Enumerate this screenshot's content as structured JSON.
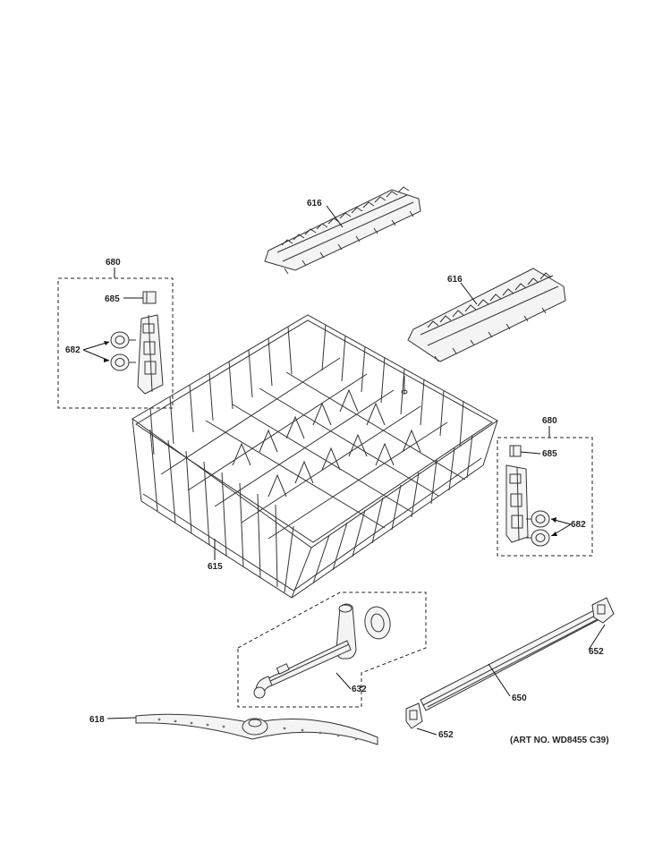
{
  "labels": {
    "rack_clip_top": "616",
    "rack_clip_right": "616",
    "roller_kit_left": "680",
    "clip_left": "685",
    "wheel_left": "682",
    "upper_rack": "615",
    "roller_kit_right": "680",
    "clip_right": "685",
    "wheel_right": "682",
    "spray_arm_manifold": "632",
    "end_cap_top": "652",
    "rack_rail": "650",
    "end_cap_bottom": "652",
    "spray_arm": "618"
  },
  "art_number": "(ART NO. WD8455 C39)"
}
